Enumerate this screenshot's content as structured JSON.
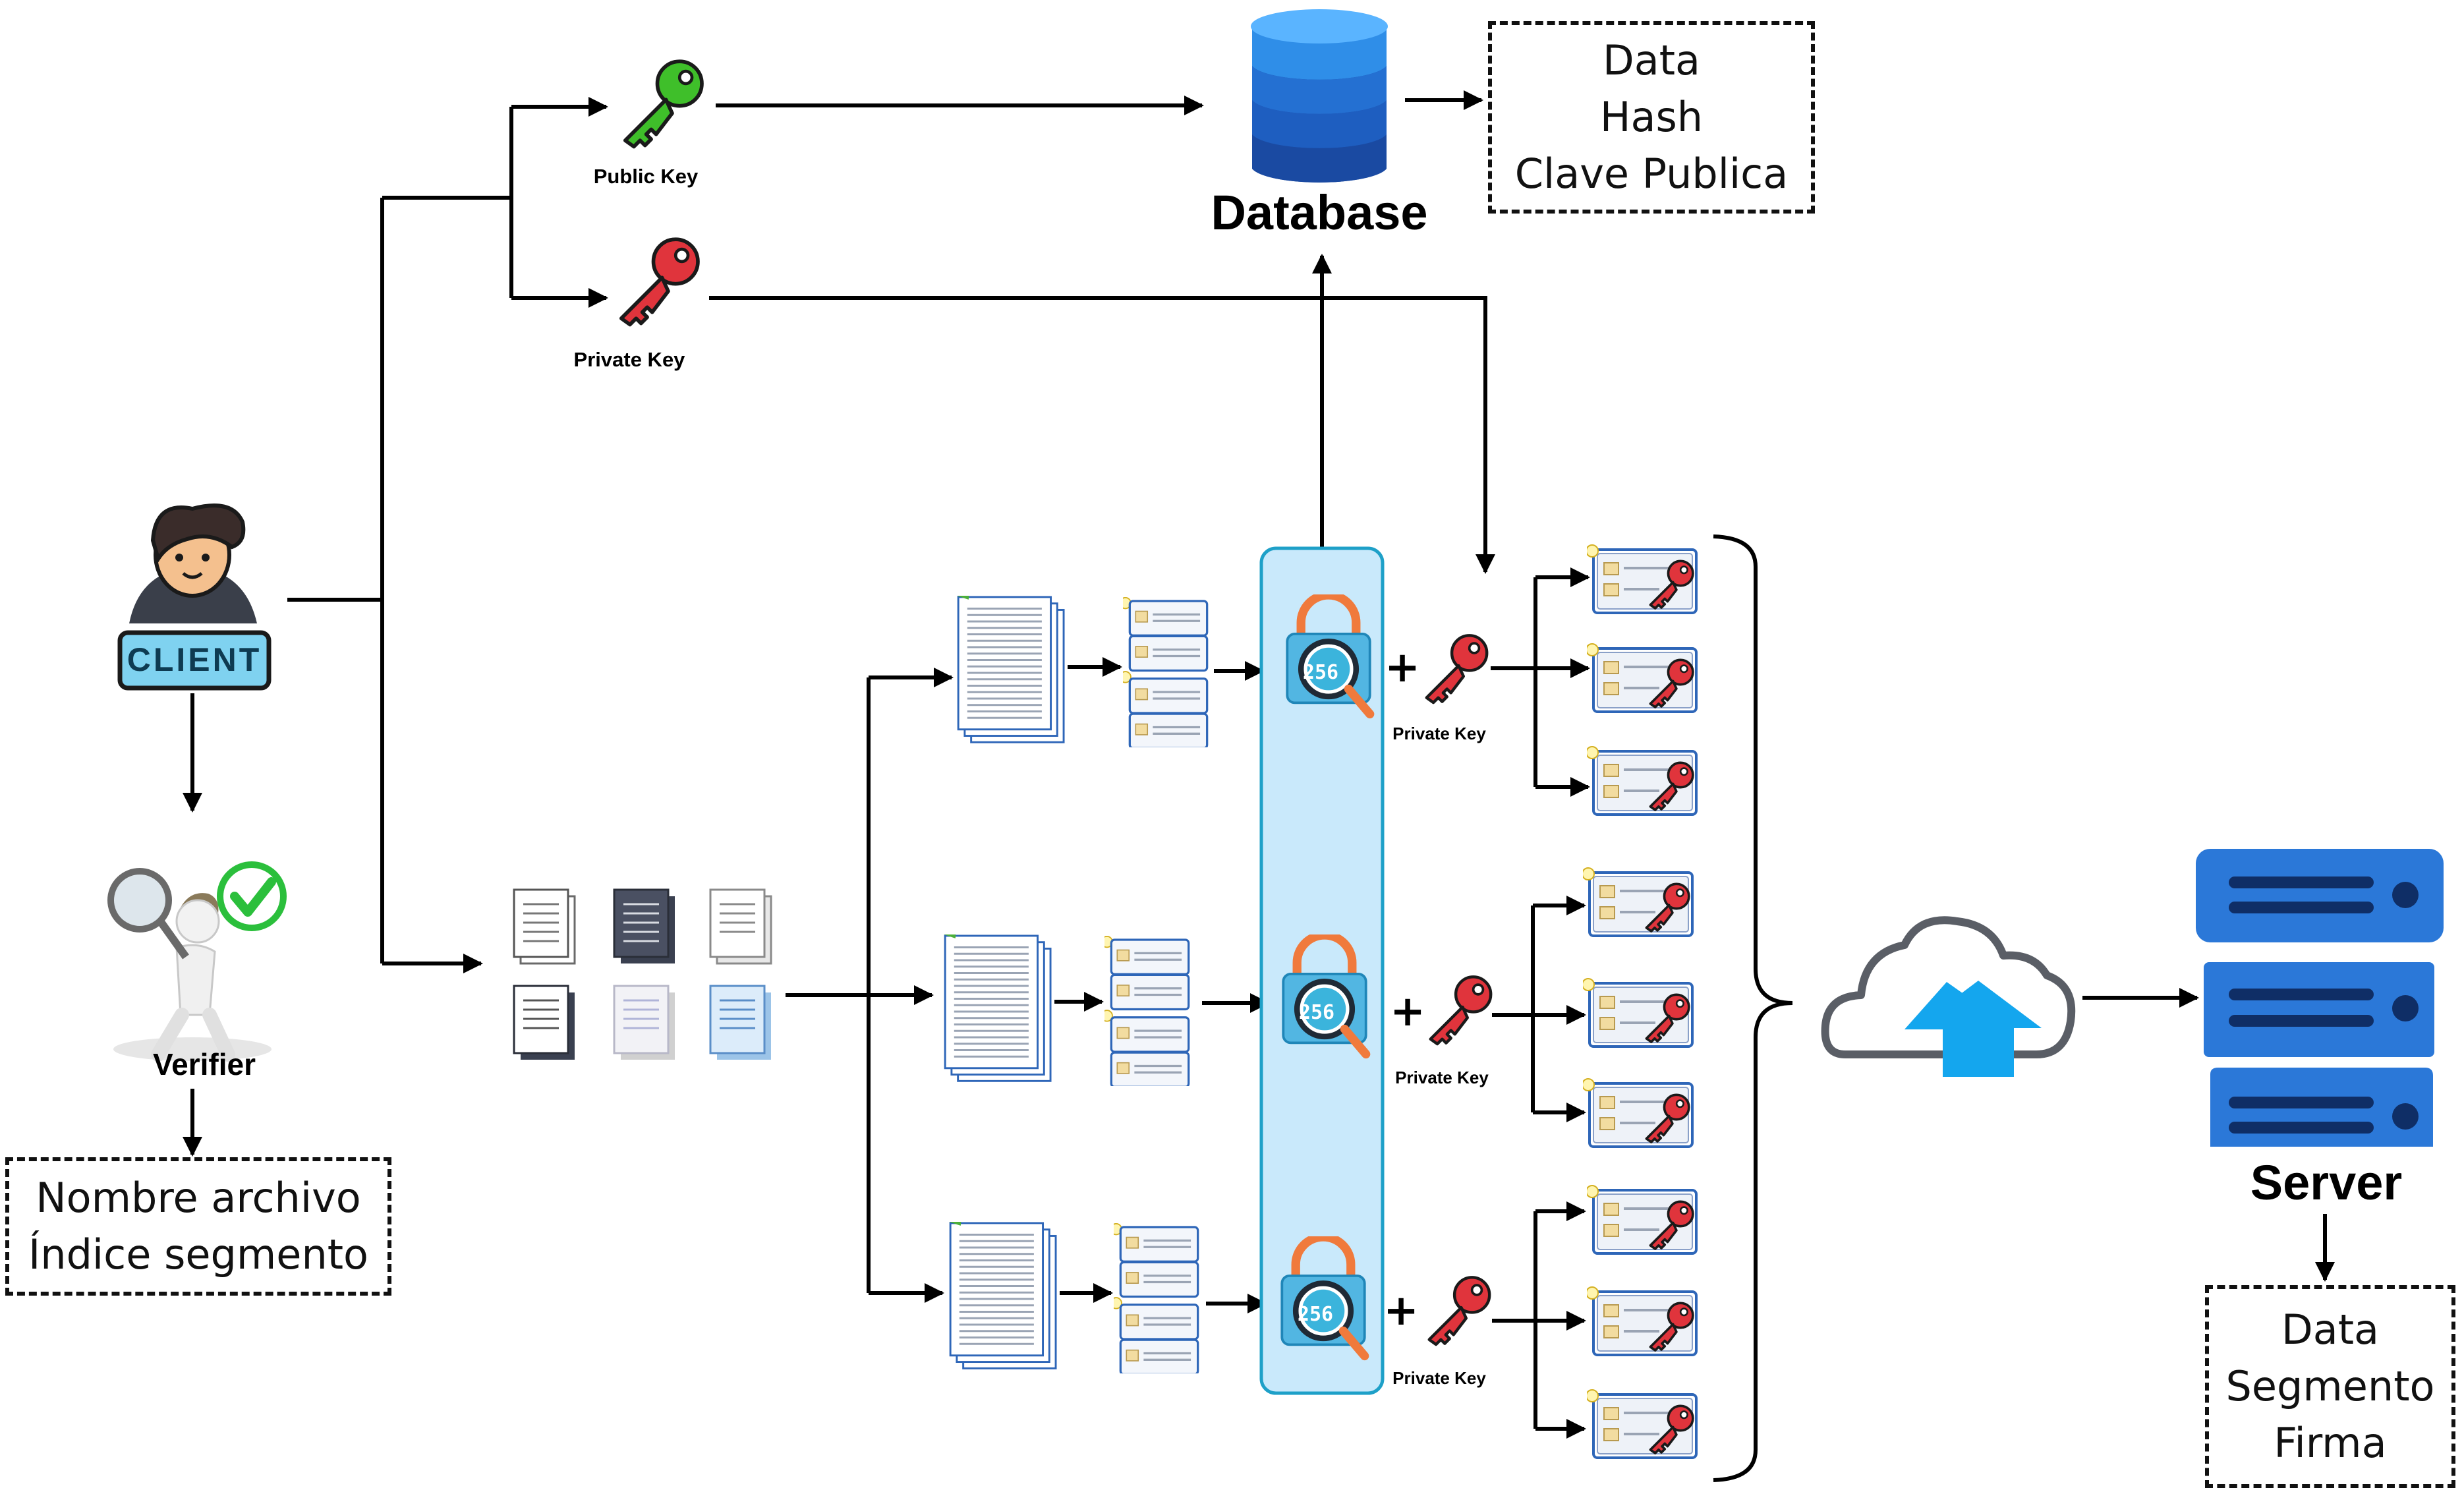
{
  "colors": {
    "public_key": "#3fbf2a",
    "private_key": "#e0343c",
    "database": "#1f6fd6",
    "hash_panel_fill": "#c9e9fb",
    "hash_panel_stroke": "#1ea0c8",
    "cloud_arrow": "#14a6ee",
    "server": "#2b78d8",
    "client_badge": "#7fd2f0"
  },
  "keys": {
    "public_key_label": "Public Key",
    "private_key_label": "Private Key"
  },
  "database": {
    "label": "Database",
    "icon": "database-icon",
    "box_lines": [
      "Data",
      "Hash",
      "Clave Publica"
    ]
  },
  "client": {
    "badge_text": "CLIENT",
    "icon": "client-avatar-icon"
  },
  "verifier": {
    "label": "Verifier",
    "icon": "verifier-magnifier-icon",
    "box_lines": [
      "Nombre archivo",
      "Índice segmento"
    ]
  },
  "pipeline": {
    "rows": [
      {
        "hash_badge": "256",
        "plus": "+",
        "private_key_label": "Private Key"
      },
      {
        "hash_badge": "256",
        "plus": "+",
        "private_key_label": "Private Key"
      },
      {
        "hash_badge": "256",
        "plus": "+",
        "private_key_label": "Private Key"
      }
    ]
  },
  "cloud": {
    "icon": "cloud-upload-icon"
  },
  "server": {
    "label": "Server",
    "icon": "server-rack-icon",
    "box_lines": [
      "Data",
      "Segmento",
      "Firma"
    ]
  }
}
